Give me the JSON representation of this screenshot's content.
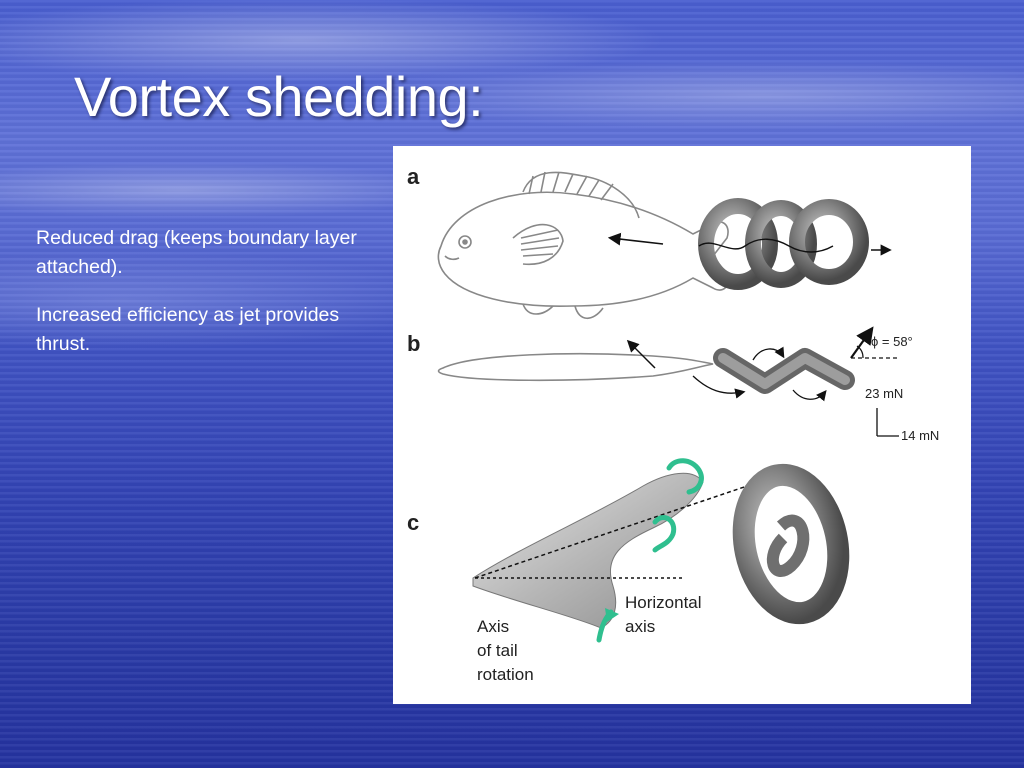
{
  "slide": {
    "title": "Vortex shedding:",
    "paragraphs": [
      "Reduced drag (keeps boundary layer attached).",
      "Increased efficiency as jet provides thrust."
    ]
  },
  "figure": {
    "panel_labels": [
      "a",
      "b",
      "c"
    ],
    "angle_label": "ϕ = 58°",
    "force_vertical": "23 mN",
    "force_horizontal": "14 mN",
    "horizontal_axis_label": [
      "Horizontal",
      "axis"
    ],
    "tail_axis_label": [
      "Axis",
      "of tail",
      "rotation"
    ]
  },
  "colors": {
    "vortex_gray": "#7a7a7a",
    "green_arrow": "#2fbf8f",
    "background_blue": "#3a4cc0"
  }
}
